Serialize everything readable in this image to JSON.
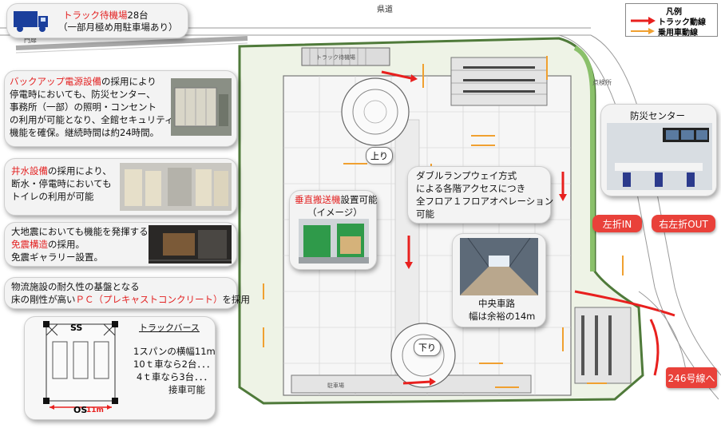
{
  "road_label": "県道",
  "gate_label": "門扉",
  "legend": {
    "title": "凡例",
    "truck_label": "トラック動線",
    "car_label": "乗用車動線",
    "truck_color": "#e8201e",
    "car_color": "#f0a030"
  },
  "truck_waiting": {
    "line1": "トラック待機場",
    "count": "28台",
    "line2": "（一部月極め用駐車場あり）"
  },
  "backup_power": {
    "highlight": "バックアップ電源設備",
    "line1_rest": "の採用により",
    "line2": "停電時においても、防災センター、",
    "line3": "事務所（一部）の照明・コンセント",
    "line4": "の利用が可能となり、全館セキュリティ",
    "line5": "機能を確保。継続時間は約24時間。"
  },
  "well_water": {
    "highlight": "井水設備",
    "line1_rest": "の採用により、",
    "line2": "断水・停電時においても",
    "line3": "トイレの利用が可能"
  },
  "seismic": {
    "line1": "大地震においても機能を発揮する",
    "highlight": "免震構造",
    "line2_rest": "の採用。",
    "line3": "免震ギャラリー設置。"
  },
  "precast": {
    "line1": "物流施設の耐久性の基盤となる",
    "line2_a": "床の剛性が高い",
    "highlight": "ＰＣ（プレキャストコンクリート）",
    "line2_b": "を採用"
  },
  "truck_berth": {
    "title": "トラックバース",
    "line1": "1スパンの横幅11m",
    "line2": "10ｔ車なら2台．．．",
    "line3": "4ｔ車なら3台．．．",
    "line4": "接車可能",
    "ss_label": "SS",
    "os_label": "OS",
    "width_label": "11m"
  },
  "vertical_conveyor": {
    "highlight": "垂直搬送機",
    "rest": "設置可能",
    "sub": "（イメージ）"
  },
  "double_ramp": {
    "highlight": "ダブルランプウェイ方式",
    "line2": "による各階アクセスにつき",
    "line3": "全フロア１フロアオペレーション",
    "line4": "可能"
  },
  "central_road": {
    "title": "中央車路",
    "sub": "幅は余裕の14m"
  },
  "disaster_center": {
    "title": "防災センター"
  },
  "ramp_up": "上り",
  "ramp_down": "下り",
  "turn_left_in": "左折IN",
  "turn_out": "右左折OUT",
  "route_246": "246号線へ",
  "plan_labels": {
    "truck_wait_area": "トラック待機場",
    "parking": "駐車場",
    "tenant": "点検所"
  }
}
